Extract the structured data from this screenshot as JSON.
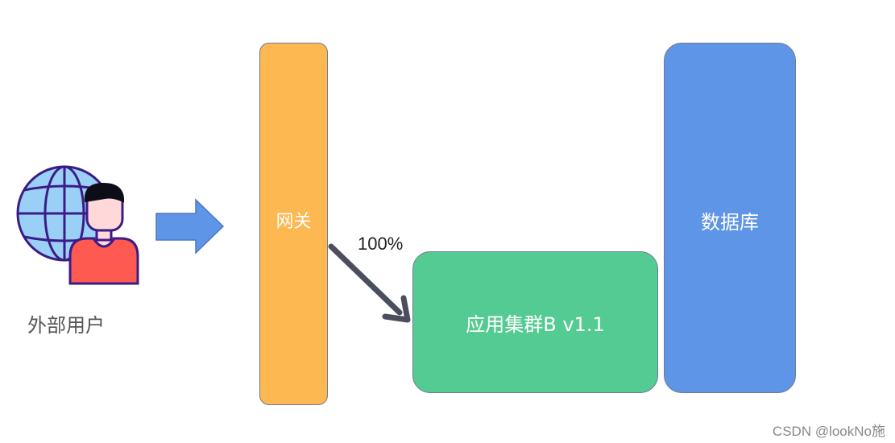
{
  "nodes": {
    "user": {
      "label": "外部用户"
    },
    "gateway": {
      "label": "网关"
    },
    "cluster": {
      "label": "应用集群B v1.1"
    },
    "database": {
      "label": "数据库"
    }
  },
  "edges": {
    "gateway_to_cluster": {
      "label": "100%"
    }
  },
  "watermark": "CSDN @lookNo施",
  "colors": {
    "gateway": "#fdb851",
    "cluster": "#55cb94",
    "database": "#5f95e6",
    "arrow": "#5f95e6",
    "connector": "#4a4e5e"
  }
}
